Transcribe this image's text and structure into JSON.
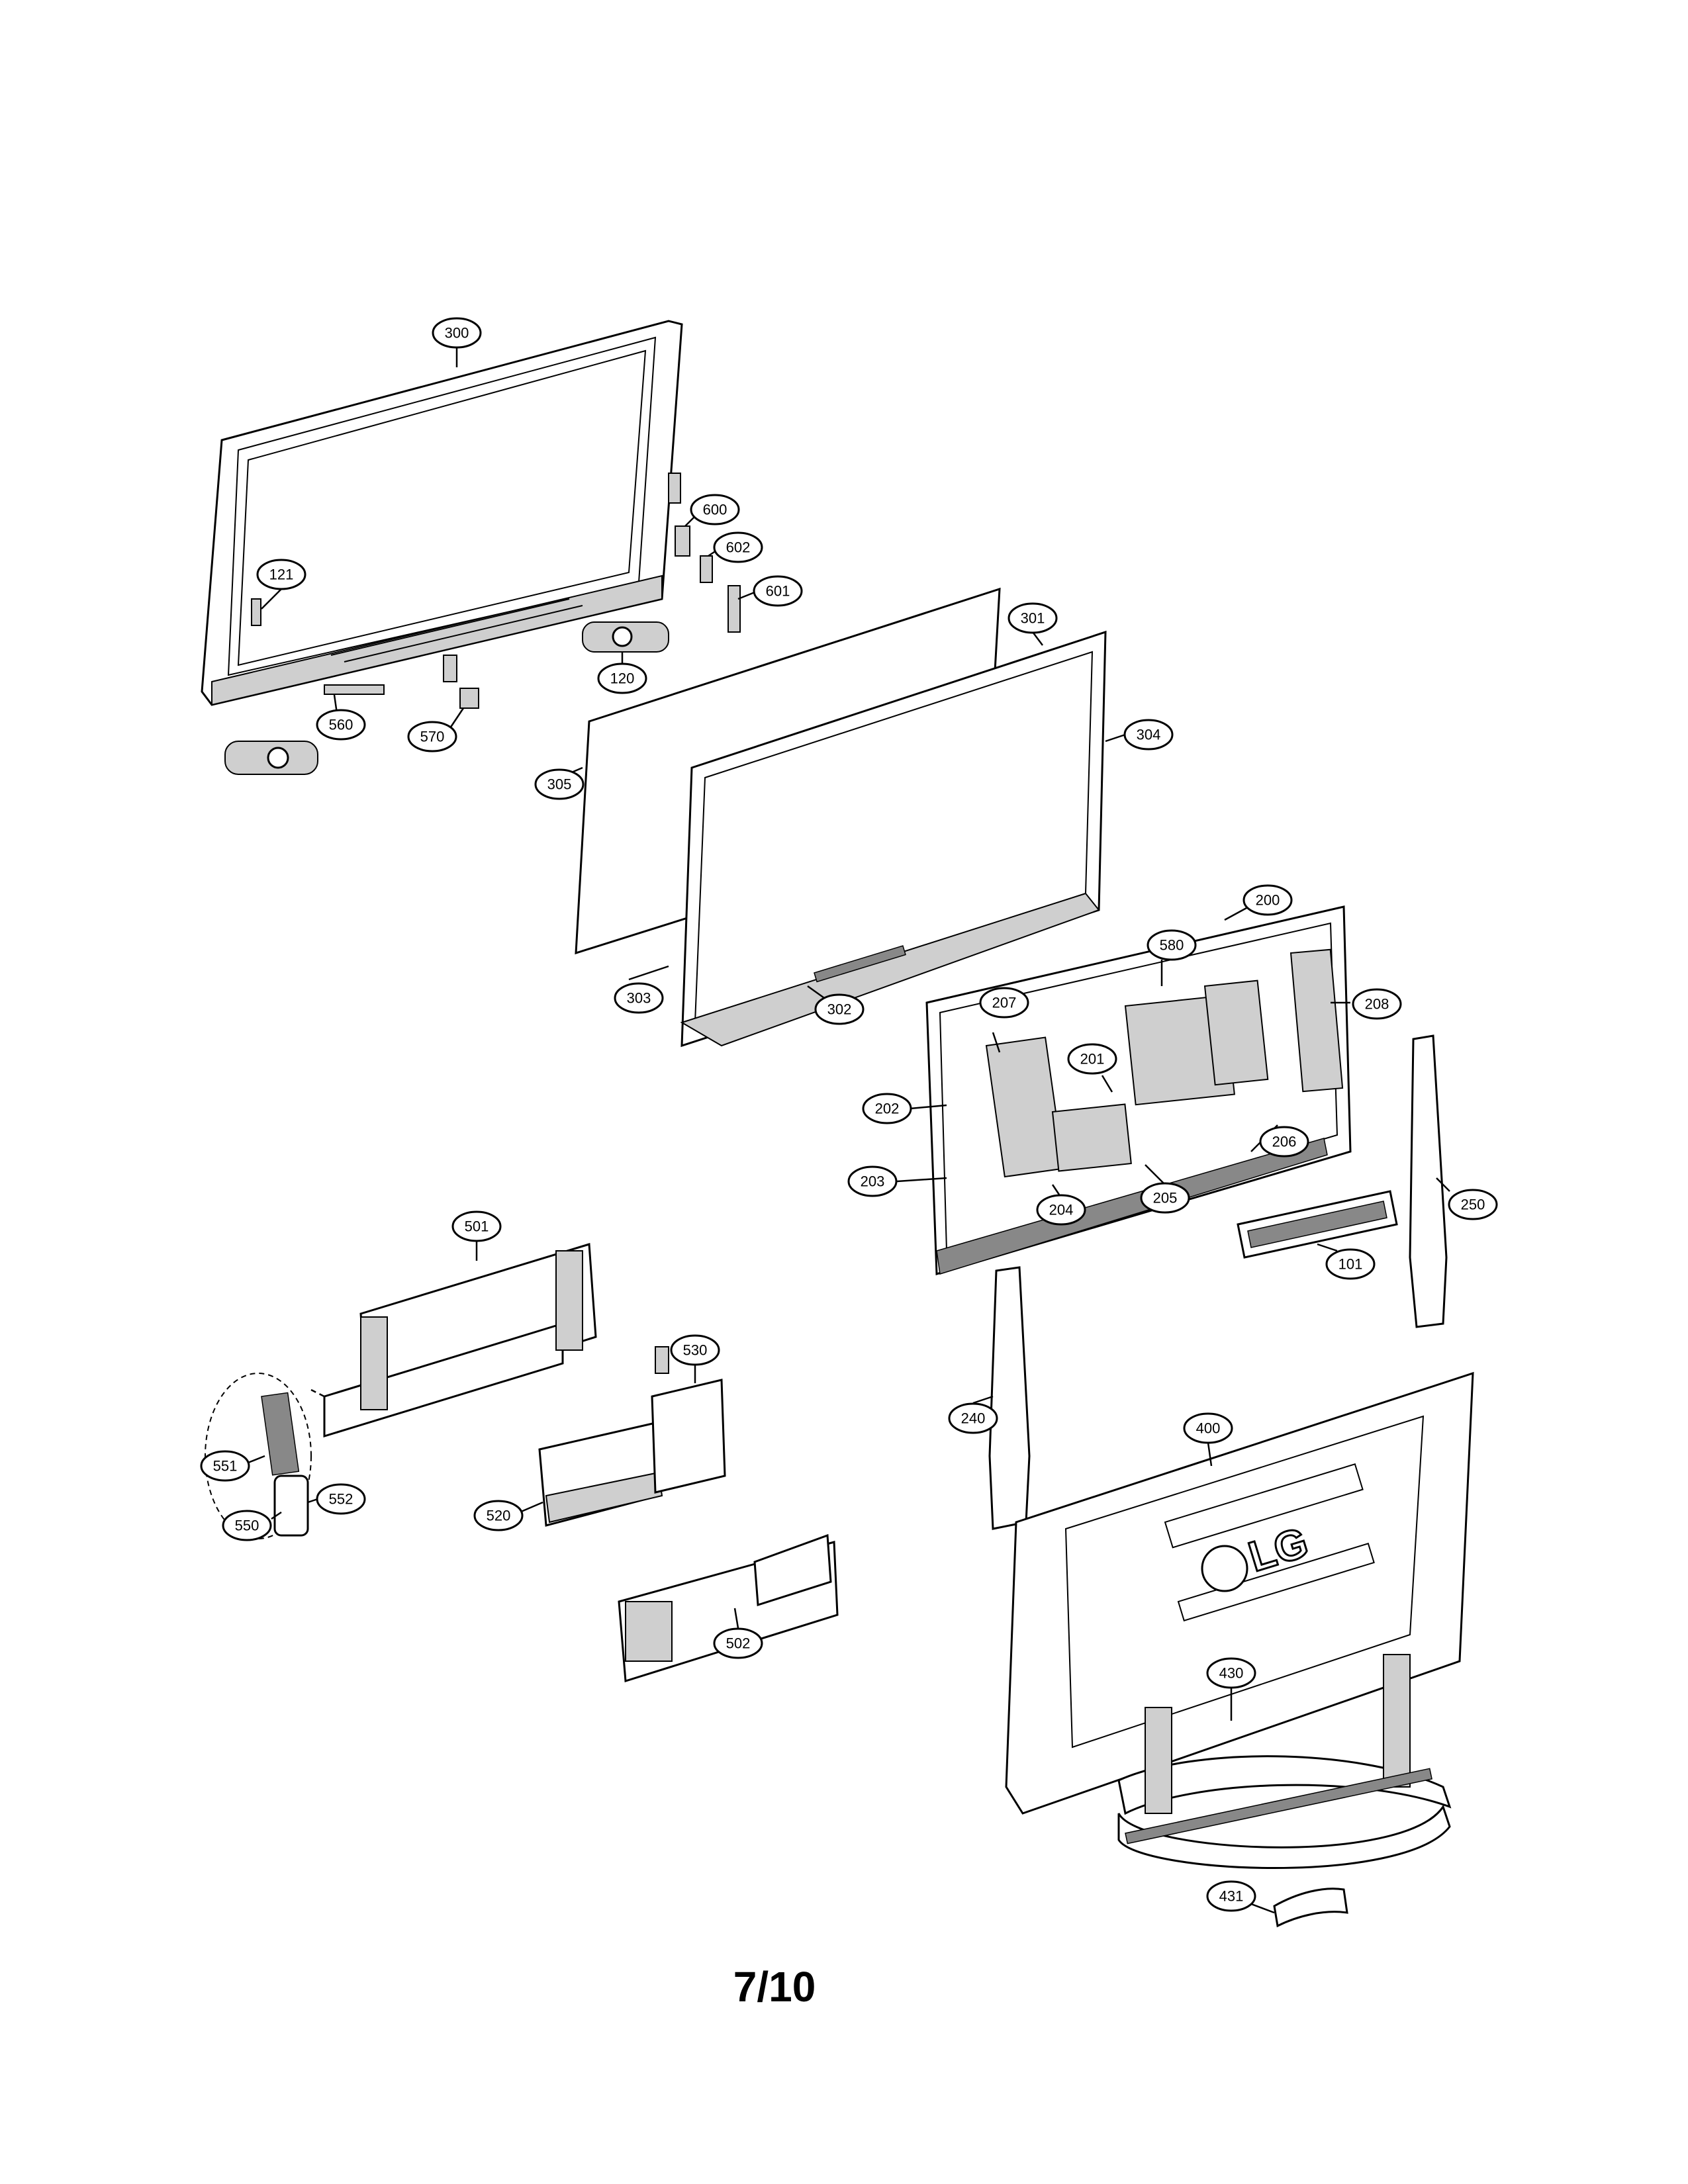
{
  "page_number": "7/10",
  "logo_text": "LG",
  "callouts": [
    {
      "id": "300",
      "label": "300"
    },
    {
      "id": "121",
      "label": "121"
    },
    {
      "id": "600",
      "label": "600"
    },
    {
      "id": "602",
      "label": "602"
    },
    {
      "id": "601",
      "label": "601"
    },
    {
      "id": "120",
      "label": "120"
    },
    {
      "id": "560",
      "label": "560"
    },
    {
      "id": "570",
      "label": "570"
    },
    {
      "id": "301",
      "label": "301"
    },
    {
      "id": "304",
      "label": "304"
    },
    {
      "id": "305",
      "label": "305"
    },
    {
      "id": "303",
      "label": "303"
    },
    {
      "id": "302",
      "label": "302"
    },
    {
      "id": "200",
      "label": "200"
    },
    {
      "id": "207",
      "label": "207"
    },
    {
      "id": "580",
      "label": "580"
    },
    {
      "id": "208",
      "label": "208"
    },
    {
      "id": "201",
      "label": "201"
    },
    {
      "id": "202",
      "label": "202"
    },
    {
      "id": "206",
      "label": "206"
    },
    {
      "id": "203",
      "label": "203"
    },
    {
      "id": "205",
      "label": "205"
    },
    {
      "id": "204",
      "label": "204"
    },
    {
      "id": "101",
      "label": "101"
    },
    {
      "id": "250",
      "label": "250"
    },
    {
      "id": "501",
      "label": "501"
    },
    {
      "id": "530",
      "label": "530"
    },
    {
      "id": "551",
      "label": "551"
    },
    {
      "id": "550",
      "label": "550"
    },
    {
      "id": "552",
      "label": "552"
    },
    {
      "id": "520",
      "label": "520"
    },
    {
      "id": "502",
      "label": "502"
    },
    {
      "id": "240",
      "label": "240"
    },
    {
      "id": "400",
      "label": "400"
    },
    {
      "id": "430",
      "label": "430"
    },
    {
      "id": "431",
      "label": "431"
    }
  ]
}
